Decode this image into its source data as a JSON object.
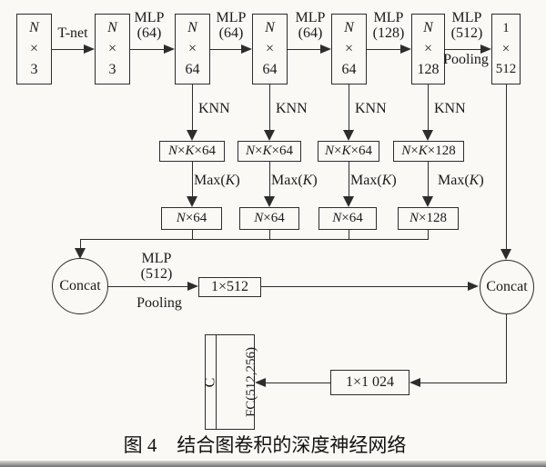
{
  "palette": {
    "ink": "#2d2d2d",
    "background": "#faf9f6"
  },
  "top_row": {
    "boxes": [
      {
        "l1": "N",
        "l2": "×",
        "l3": "3"
      },
      {
        "l1": "N",
        "l2": "×",
        "l3": "3"
      },
      {
        "l1": "N",
        "l2": "×",
        "l3": "64"
      },
      {
        "l1": "N",
        "l2": "×",
        "l3": "64"
      },
      {
        "l1": "N",
        "l2": "×",
        "l3": "64"
      },
      {
        "l1": "N",
        "l2": "×",
        "l3": "128"
      },
      {
        "l1": "1",
        "l2": "×",
        "l3": "512"
      }
    ],
    "edge_labels": [
      {
        "top": "T-net",
        "bottom": ""
      },
      {
        "top": "MLP",
        "bottom": "(64)"
      },
      {
        "top": "MLP",
        "bottom": "(64)"
      },
      {
        "top": "MLP",
        "bottom": "(64)"
      },
      {
        "top": "MLP",
        "bottom": "(128)"
      },
      {
        "top": "MLP",
        "bottom": "(512)"
      }
    ],
    "pooling": "Pooling"
  },
  "branches": {
    "knn": "KNN",
    "max": "Max(K)",
    "mid": [
      "N×K×64",
      "N×K×64",
      "N×K×64",
      "N×K×128"
    ],
    "out": [
      "N×64",
      "N×64",
      "N×64",
      "N×128"
    ]
  },
  "global_path": {
    "concat_left": "Concat",
    "concat_right": "Concat",
    "mlp": "MLP",
    "mlp_size": "(512)",
    "pooling": "Pooling",
    "vec512": "1×512",
    "vec1024": "1×1 024",
    "fc_left": "C",
    "fc_right": "FC(512,256)"
  },
  "caption": {
    "figure": "图 4",
    "title": "结合图卷积的深度神经网络"
  }
}
